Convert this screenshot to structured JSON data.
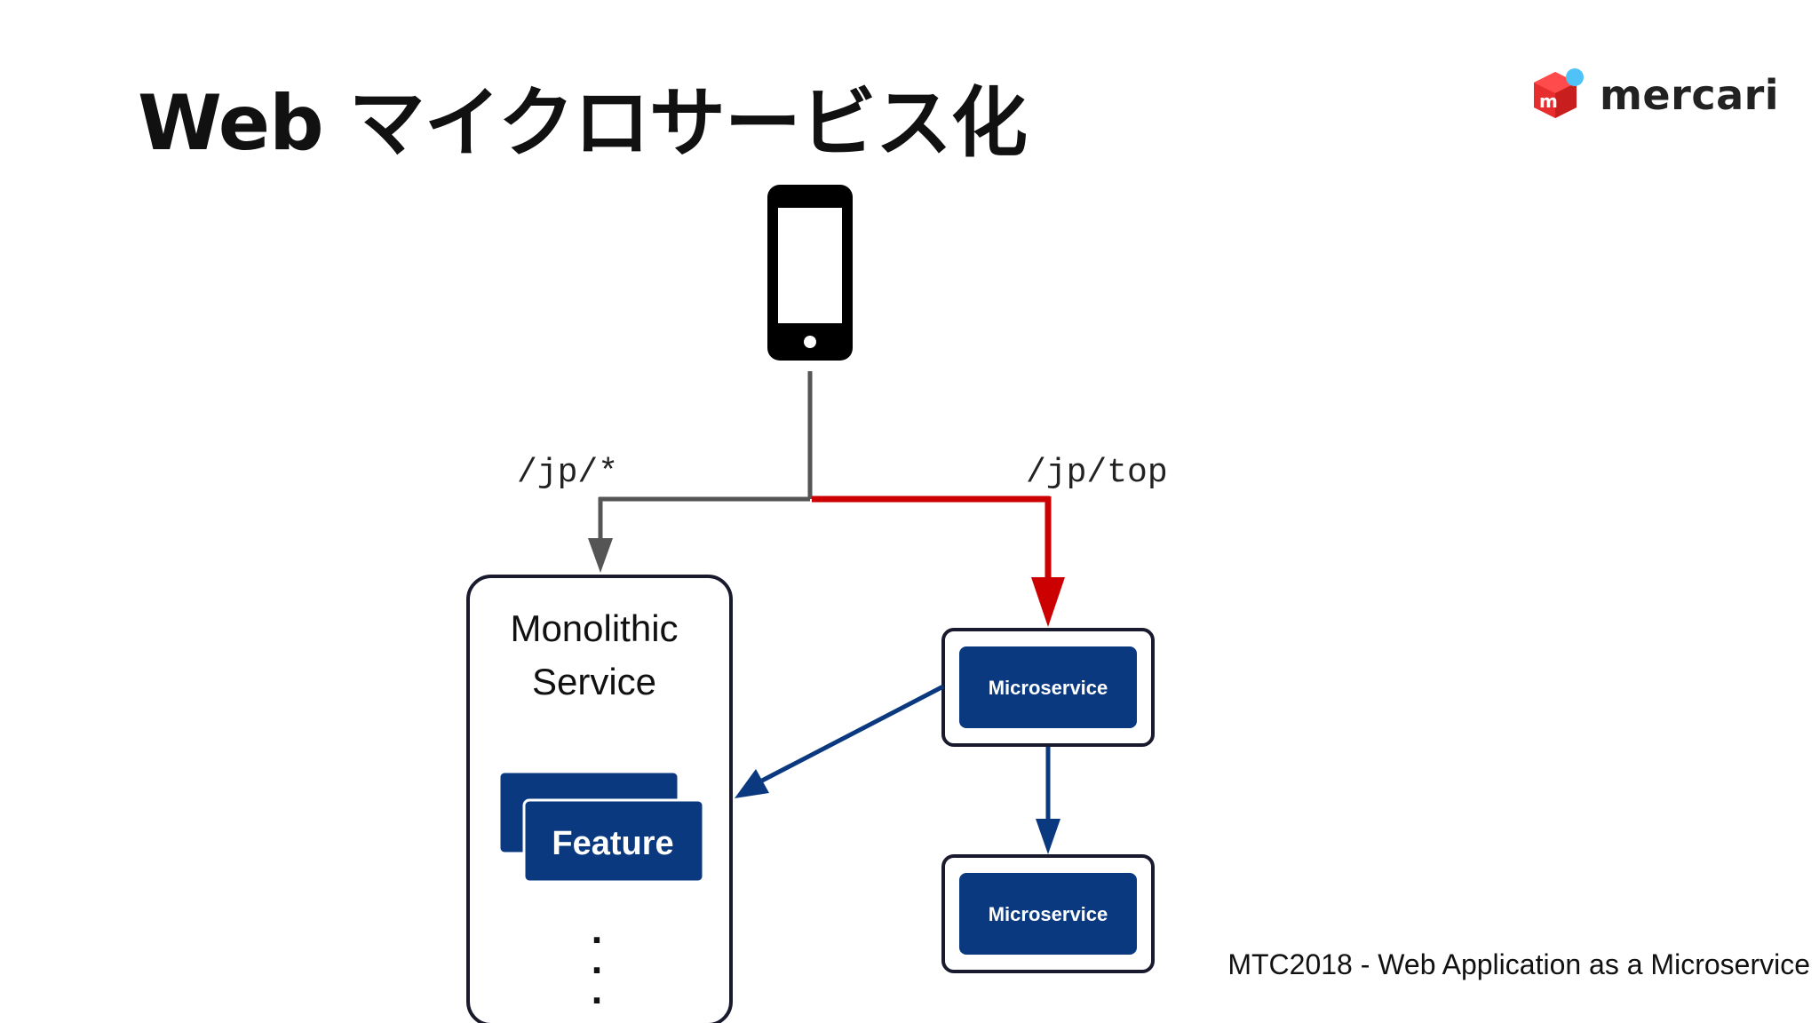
{
  "slide": {
    "title": "Web マイクロサービス化",
    "footer": "MTC2018 - Web Application as a Microservice"
  },
  "logo": {
    "wordmark": "mercari",
    "icon": "mercari-logo-icon",
    "cube_color": "#e62e2e",
    "dot_color": "#4fc3f7"
  },
  "diagram": {
    "route_all": "/jp/*",
    "route_top": "/jp/top",
    "monolith": {
      "label_line1": "Monolithic",
      "label_line2": "Service",
      "feature": "Feature",
      "ellipsis": [
        ".",
        ".",
        "."
      ]
    },
    "microservice_top": "Microservice",
    "microservice_bottom": "Microservice",
    "client_icon": "smartphone-icon",
    "colors": {
      "gray_line": "#555555",
      "red_line": "#cc0000",
      "navy": "#0a3980",
      "box_border": "#1a1a2e"
    }
  }
}
